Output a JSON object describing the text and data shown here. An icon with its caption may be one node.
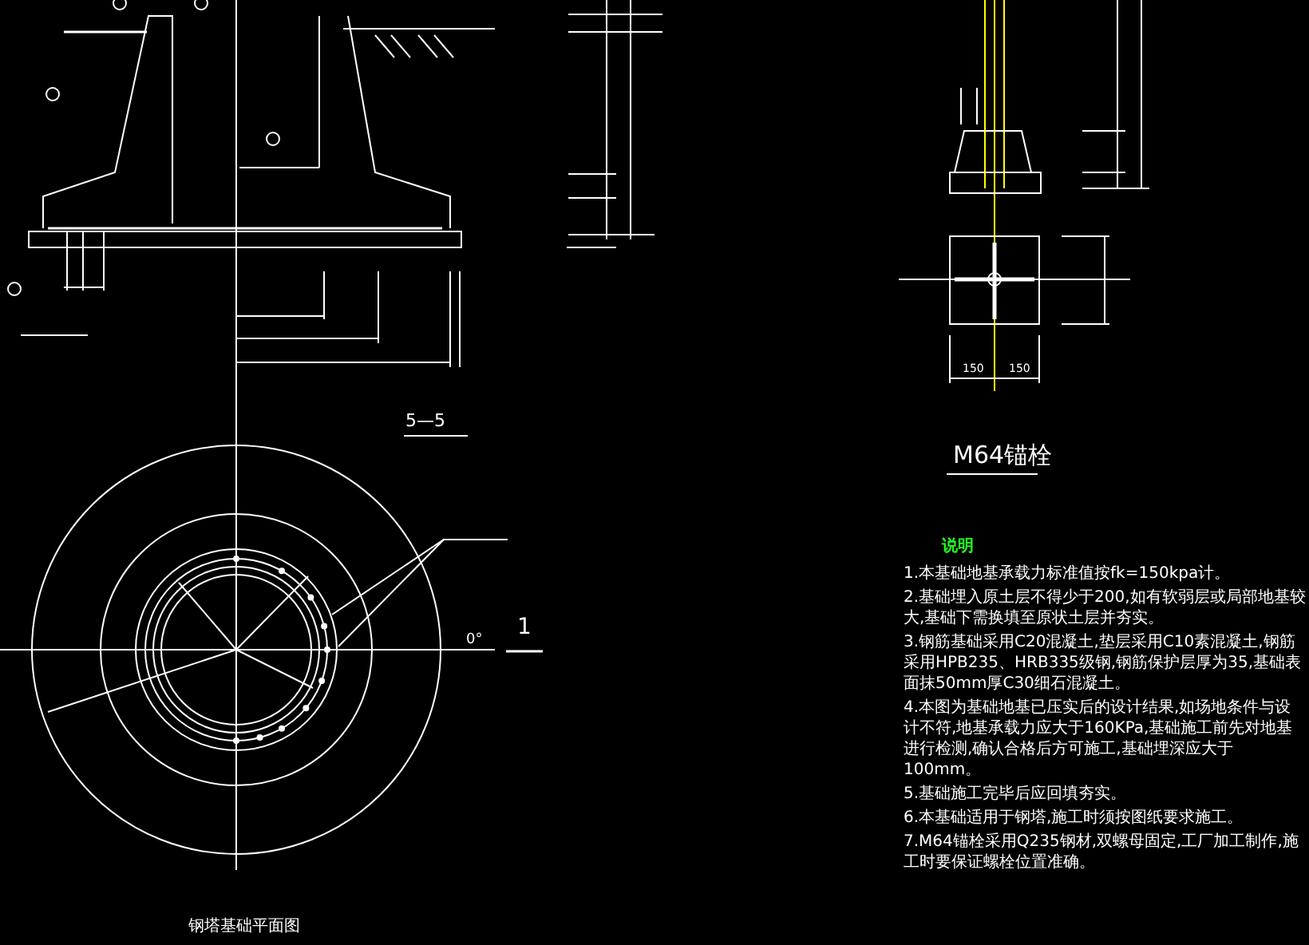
{
  "diagram": {
    "labels": [
      "5—5",
      "0°",
      "1",
      "150",
      "150",
      "M64锚栓",
      "说明",
      "1.本基础地基承载力标准值按fk=150kpa计。",
      "2.基础埋入原土层不得少于200,如有软弱层或局部地基较大,基础下需换填至原状土层并夯实。",
      "3.钢筋基础采用C20混凝土,垫层采用C10素混凝土,钢筋采用HPB235、HRB335级钢,钢筋保护层厚为35,基础表面抹50mm厚C30细石混凝土。",
      "4.本图为基础地基已压实后的设计结果,如场地条件与设计不符,地基承载力应大于160KPa,基础施工前先对地基进行检测,确认合格后方可施工,基础埋深应大于100mm。",
      "5.基础施工完毕后应回填夯实。",
      "6.本基础适用于钢塔,施工时须按图纸要求施工。",
      "7.M64锚栓采用Q235钢材,双螺母固定,工厂加工制作,施工时要保证螺栓位置准确。",
      "钢塔基础平面图"
    ]
  }
}
